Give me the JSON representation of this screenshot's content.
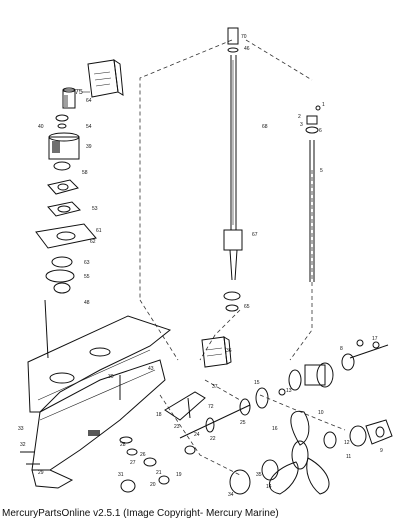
{
  "footer": {
    "text": "MercuryPartsOnline v2.5.1 (Image Copyright- Mercury Marine)"
  },
  "kit_box": {
    "number": "75"
  },
  "labels": {
    "l70": "70",
    "l46": "46",
    "l64": "64",
    "l1": "1",
    "l2": "2",
    "l3": "3",
    "l5": "5",
    "l6": "6",
    "l68": "68",
    "l67": "67",
    "l65": "65",
    "l40": "40",
    "l54": "54",
    "l39": "39",
    "l58": "58",
    "l53": "53",
    "l61": "61",
    "l62": "62",
    "l63": "63",
    "l55": "55",
    "l48": "48",
    "l30": "30",
    "l36": "36",
    "l43": "43",
    "l37": "37",
    "l72": "72",
    "l15": "15",
    "l13": "13",
    "l17": "17",
    "l8": "8",
    "l25": "25",
    "l16": "16",
    "l10": "10",
    "l24": "24",
    "l23": "23",
    "l22": "22",
    "l18": "18",
    "l32": "32",
    "l33": "33",
    "l29": "29",
    "l28": "28",
    "l26": "26",
    "l19": "19",
    "l27": "27",
    "l31": "31",
    "l21": "21",
    "l20": "20",
    "l12": "12",
    "l11": "11",
    "l9": "9",
    "l14": "14",
    "l34": "34",
    "l35": "35"
  }
}
